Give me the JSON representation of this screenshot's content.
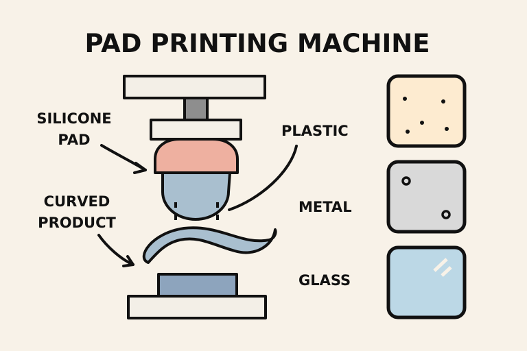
{
  "title": "PAD PRINTING MACHINE",
  "labels": {
    "silicone_pad": [
      "SILICONE",
      "PAD"
    ],
    "curved_product": [
      "CURVED",
      "PRODUCT"
    ],
    "plastic": "PLASTIC",
    "metal": "METAL",
    "glass": "GLASS"
  },
  "colors": {
    "background": "#f8f2e8",
    "frame": "#f3efe7",
    "piston": "#8e8e8e",
    "pad_top": "#eeb0a0",
    "pad_bottom": "#a9bfcf",
    "product": "#a9bfcf",
    "fixture": "#8da4bd",
    "plastic": "#fdebd0",
    "metal": "#d9d9d9",
    "glass": "#bcd8e6",
    "outline": "#111111"
  }
}
